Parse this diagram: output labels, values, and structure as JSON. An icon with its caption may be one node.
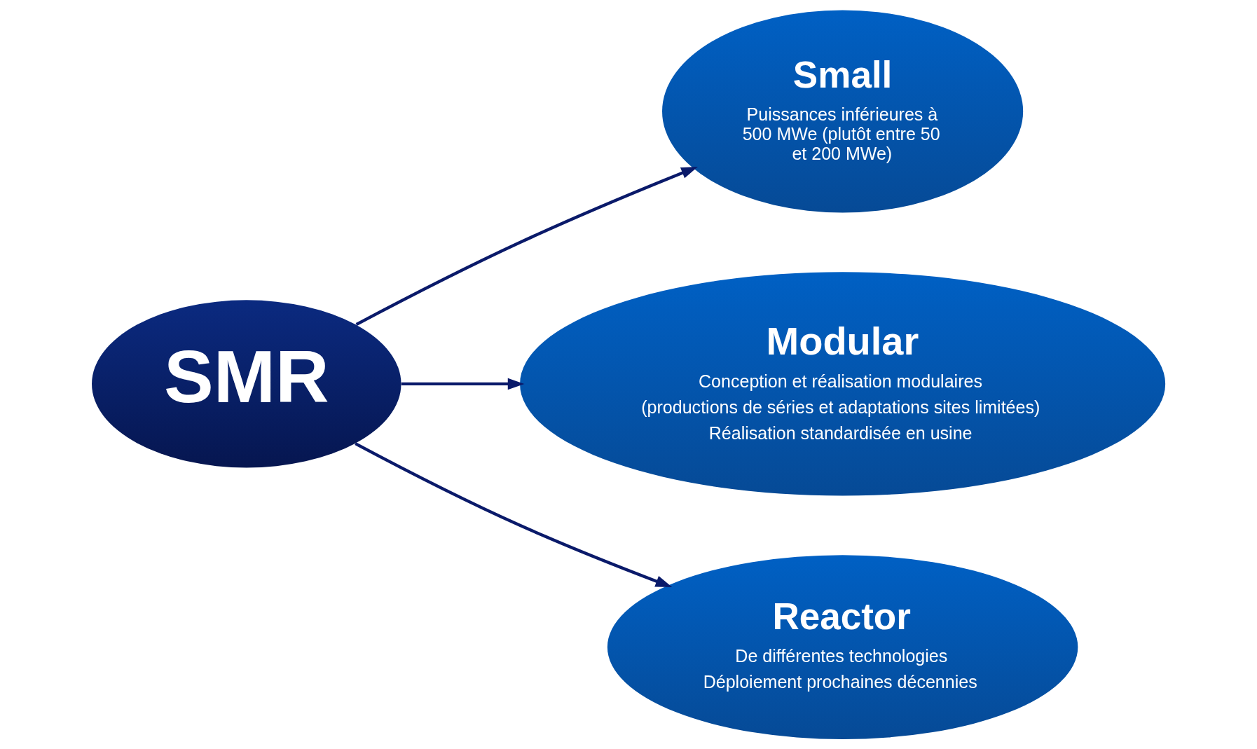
{
  "diagram": {
    "nodes": [
      {
        "text": [
          "SMR"
        ]
      },
      {
        "text": [
          "Small",
          "Puissances inférieures à 500 MWe (plutôt entre 50 et 200 MWe)"
        ]
      },
      {
        "text": [
          "Modular",
          "Conception et réalisation modulaires",
          "(productions de séries et adaptations sites limitées)",
          "Réalisation standardisée en usine"
        ]
      },
      {
        "text": [
          "Reactor",
          "De différentes technologies",
          "Déploiement prochaines décennies"
        ]
      }
    ],
    "edges": [
      {
        "from": 0,
        "to": 1,
        "arrow": "to"
      },
      {
        "from": 0,
        "to": 2,
        "arrow": "to"
      },
      {
        "from": 0,
        "to": 3,
        "arrow": "to"
      }
    ]
  }
}
